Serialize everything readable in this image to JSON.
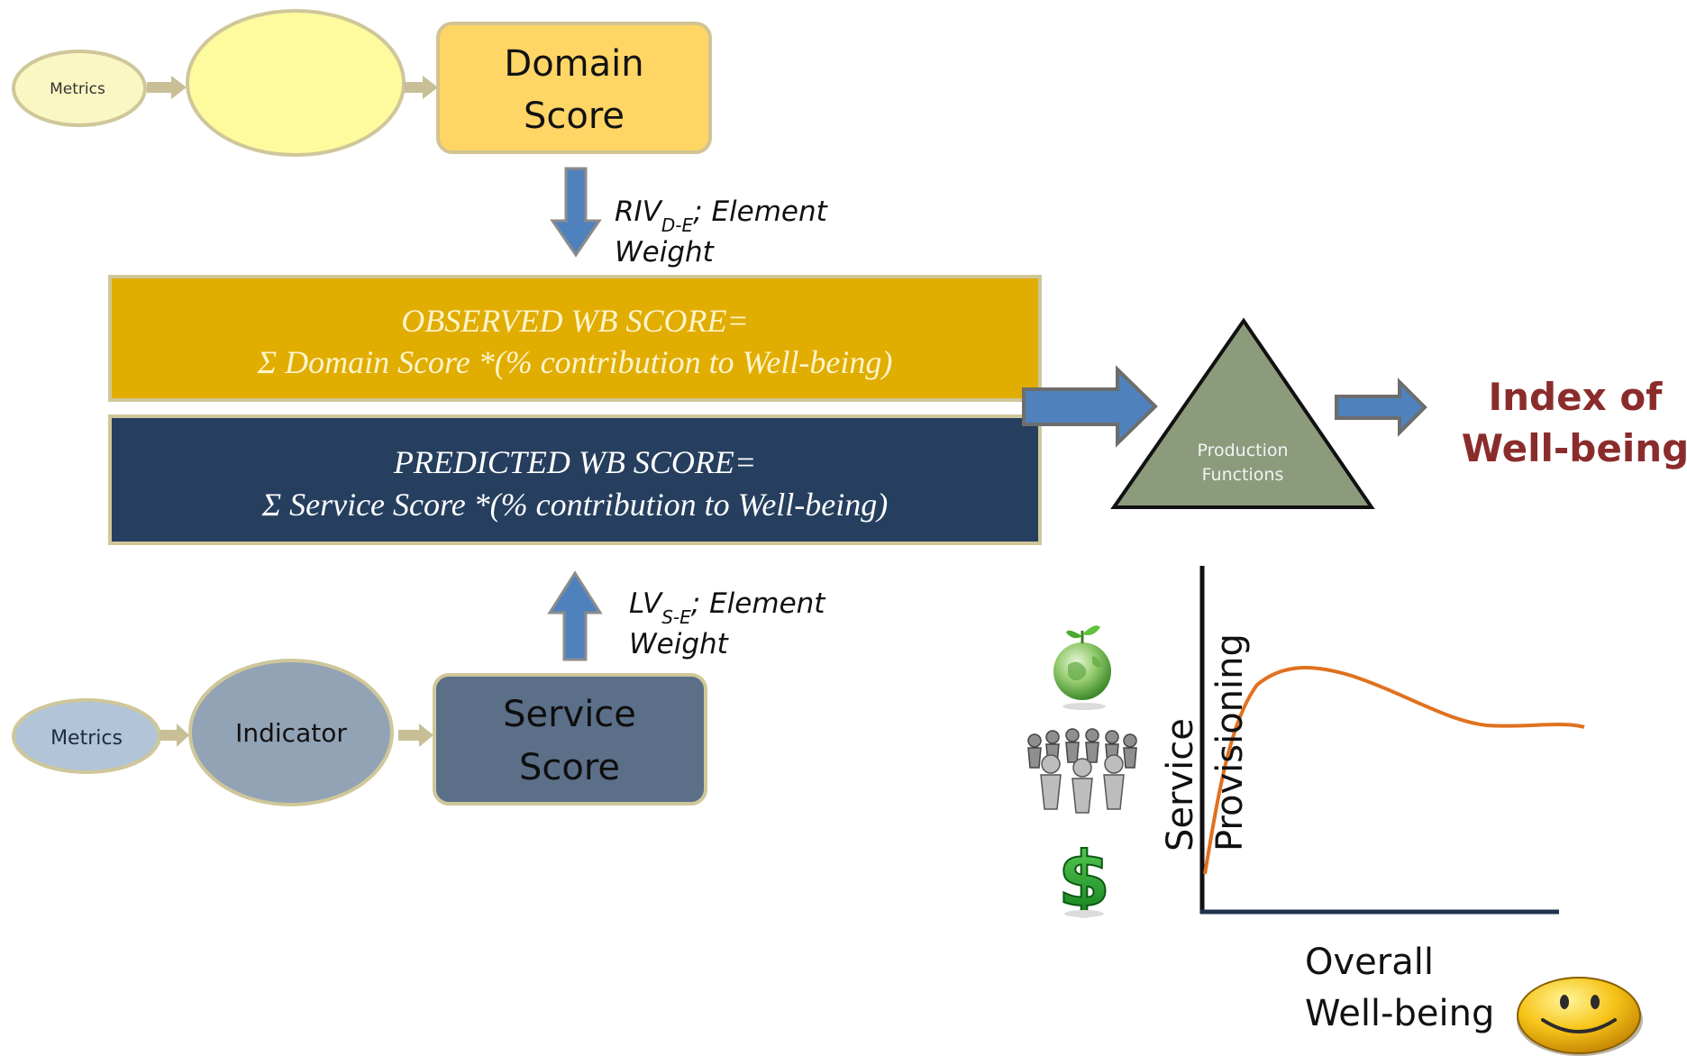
{
  "top_row": {
    "metrics_label": "Metrics",
    "domain_score_line1": "Domain",
    "domain_score_line2": "Score"
  },
  "riv_note": {
    "prefix": "RIV",
    "subscript": "D-E",
    "suffix": "; Element",
    "line2": "Weight"
  },
  "observed_box": {
    "line1": "OBSERVED WB SCORE=",
    "line2": "Σ  Domain Score *(% contribution to Well-being)"
  },
  "predicted_box": {
    "line1": "PREDICTED WB SCORE=",
    "line2": "Σ  Service Score *(% contribution to Well-being)"
  },
  "production_functions": {
    "line1": "Production",
    "line2": "Functions"
  },
  "index_title": {
    "line1": "Index of",
    "line2": "Well-being"
  },
  "lv_note": {
    "prefix": "LV",
    "subscript": "S-E",
    "suffix": "; Element",
    "line2": "Weight"
  },
  "bottom_row": {
    "metrics_label": "Metrics",
    "indicator_label": "Indicator",
    "service_score_line1": "Service",
    "service_score_line2": "Score"
  },
  "plot": {
    "ylabel_line1": "Service",
    "ylabel_line2": "Provisioning",
    "xlabel_line1": "Overall",
    "xlabel_line2": "Well-being"
  },
  "icons": [
    "globe-sprout-icon",
    "people-circle-icon",
    "dollar-icon",
    "smiley-icon"
  ],
  "colors": {
    "arrow_blue": "#4f81bd",
    "observed_fill": "#e0ad00",
    "predicted_fill": "#263f5f",
    "triangle_fill": "#8c9b7c",
    "index_title": "#8b2c2c",
    "curve": "#e0711f"
  }
}
